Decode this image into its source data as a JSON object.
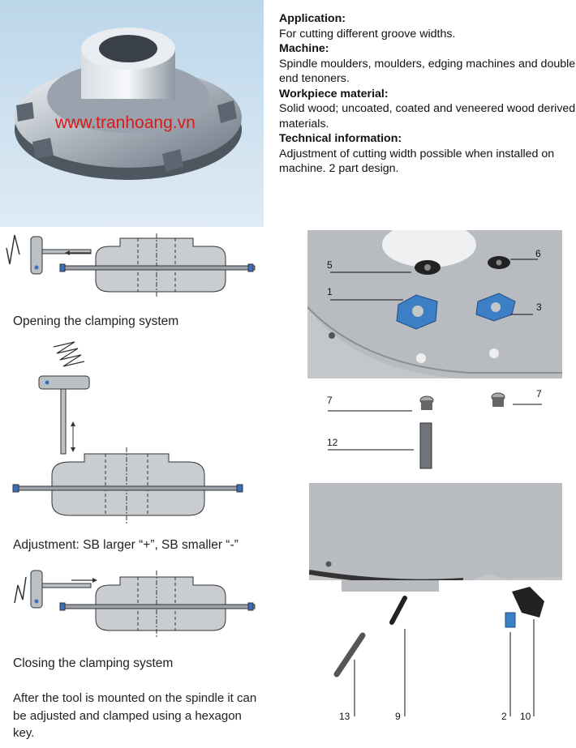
{
  "watermark": "www.tranhoang.vn",
  "info": {
    "application_heading": "Application:",
    "application_text": "For cutting different groove widths.",
    "machine_heading": "Machine:",
    "machine_text": "Spindle moulders, moulders, edging machines and double end tenoners.",
    "workpiece_heading": "Workpiece material:",
    "workpiece_text": "Solid wood; uncoated, coated and veneered wood derived materials.",
    "technical_heading": "Technical information:",
    "technical_text": "Adjustment of cutting width possible when installed on machine. 2 part design."
  },
  "captions": {
    "opening": "Opening the clamping system",
    "adjustment": "Adjustment: SB larger “+”, SB smaller “-”",
    "closing": "Closing the clamping system",
    "after": "After the tool is mounted on the spindle it can be adjusted and clamped using a hexagon key."
  },
  "part_numbers": {
    "p5": "5",
    "p6": "6",
    "p1": "1",
    "p3": "3",
    "p7a": "7",
    "p7b": "7",
    "p12": "12",
    "p13": "13",
    "p9": "9",
    "p2": "2",
    "p10": "10"
  },
  "colors": {
    "photo_bg": "#cfe2f0",
    "watermark": "#d71a1a",
    "insert_blue": "#3d7fc4",
    "panel_gray": "#c4c7ca"
  }
}
